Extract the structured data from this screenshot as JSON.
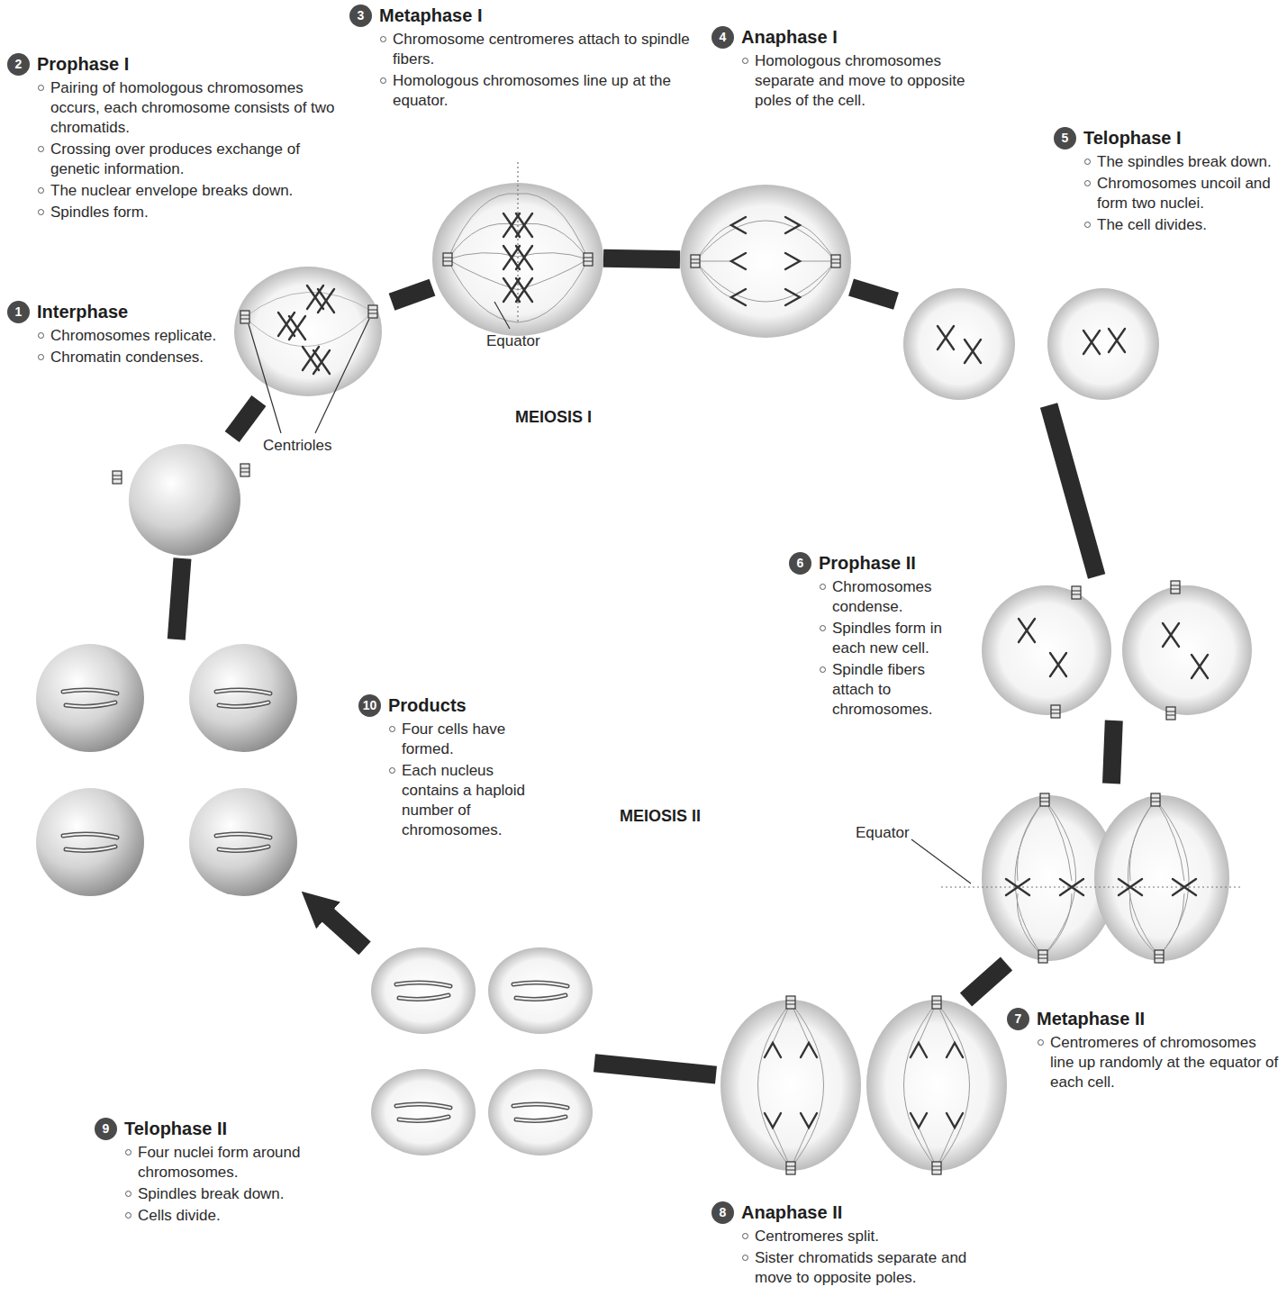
{
  "diagram": {
    "nodes": [
      {
        "text": [
          "1",
          "Interphase",
          "Chromosomes replicate.",
          "Chromatin condenses."
        ]
      },
      {
        "text": [
          "2",
          "Prophase I",
          "Pairing of homologous chromosomes occurs, each chromosome consists of two chromatids.",
          "Crossing over produces exchange of genetic information.",
          "The nuclear envelope breaks down.",
          "Spindles form."
        ]
      },
      {
        "text": [
          "3",
          "Metaphase I",
          "Chromosome centromeres attach to spindle fibers.",
          "Homologous chromosomes line up at the equator."
        ]
      },
      {
        "text": [
          "4",
          "Anaphase I",
          "Homologous chromosomes separate and move to opposite poles of the cell."
        ]
      },
      {
        "text": [
          "5",
          "Telophase I",
          "The spindles break down.",
          "Chromosomes uncoil and form two nuclei.",
          "The cell divides."
        ]
      },
      {
        "text": [
          "6",
          "Prophase II",
          "Chromosomes condense.",
          "Spindles form in each new cell.",
          "Spindle fibers attach to chromosomes."
        ]
      },
      {
        "text": [
          "7",
          "Metaphase II",
          "Centromeres of chromosomes line up randomly at the equator of each cell."
        ]
      },
      {
        "text": [
          "8",
          "Anaphase II",
          "Centromeres split.",
          "Sister chromatids separate and move to opposite poles."
        ]
      },
      {
        "text": [
          "9",
          "Telophase II",
          "Four nuclei form around chromosomes.",
          "Spindles break down.",
          "Cells divide."
        ]
      },
      {
        "text": [
          "10",
          "Products",
          "Four cells have formed.",
          "Each nucleus contains a haploid number of chromosomes."
        ]
      }
    ],
    "edges": [
      {
        "from": 0,
        "to": 1,
        "arrow": "none"
      },
      {
        "from": 1,
        "to": 2,
        "arrow": "none"
      },
      {
        "from": 2,
        "to": 3,
        "arrow": "none"
      },
      {
        "from": 3,
        "to": 4,
        "arrow": "none"
      },
      {
        "from": 4,
        "to": 5,
        "arrow": "none"
      },
      {
        "from": 5,
        "to": 6,
        "arrow": "none"
      },
      {
        "from": 6,
        "to": 7,
        "arrow": "none"
      },
      {
        "from": 7,
        "to": 8,
        "arrow": "none"
      },
      {
        "from": 8,
        "to": 9,
        "arrow": "to"
      },
      {
        "from": 9,
        "to": 0,
        "arrow": "none"
      }
    ],
    "labels": [
      "Equator",
      "Centrioles",
      "MEIOSIS I",
      "MEIOSIS II",
      "Equator"
    ]
  }
}
